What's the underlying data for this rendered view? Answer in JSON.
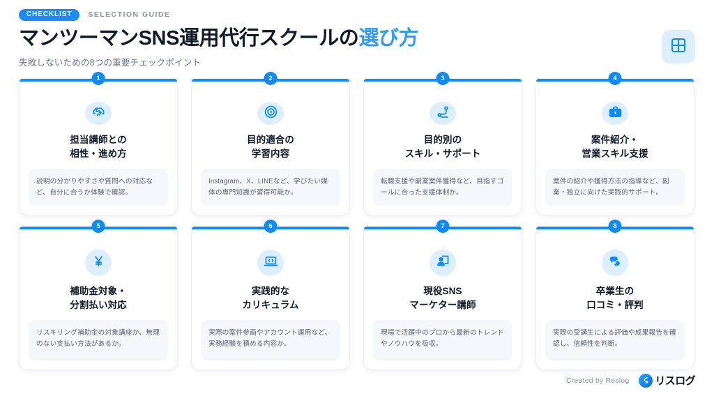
{
  "header": {
    "badge_label": "CHECKLIST",
    "eyebrow": "SELECTION GUIDE",
    "title_main": "マンツーマンSNS運用代行スクールの",
    "title_accent": "選び方",
    "subtitle": "失敗しないための8つの重要チェックポイント",
    "grid_icon": "grid-icon"
  },
  "colors": {
    "accent": "#0c8bff",
    "accent_light": "#2d9bff",
    "badge_bg": "#1a8cff",
    "icon_bg": "#ddeeff",
    "desc_bg": "#f6f7fb",
    "title": "#111a28",
    "muted": "#6b7486"
  },
  "cards": [
    {
      "number": "1",
      "icon": "handshake-icon",
      "title_line1": "担当講師との",
      "title_line2": "相性・進め方",
      "description": "説明の分かりやすさや質問への対応など、自分に合うか体験で確認。"
    },
    {
      "number": "2",
      "icon": "target-icon",
      "title_line1": "目的適合の",
      "title_line2": "学習内容",
      "description": "Instagram、X、LINEなど、学びたい媒体の専門知識が習得可能か。"
    },
    {
      "number": "3",
      "icon": "route-icon",
      "title_line1": "目的別の",
      "title_line2": "スキル・サポート",
      "description": "転職支援や副業案件獲得など、目指すゴールに合った支援体制か。"
    },
    {
      "number": "4",
      "icon": "briefcase-icon",
      "title_line1": "案件紹介・",
      "title_line2": "営業スキル支援",
      "description": "案件の紹介や獲得方法の指導など、副業・独立に向けた実践的サポート。"
    },
    {
      "number": "5",
      "icon": "yen-icon",
      "title_line1": "補助金対象・",
      "title_line2": "分割払い対応",
      "description": "リスキリング補助金の対象講座か、無理のない支払い方法があるか。"
    },
    {
      "number": "6",
      "icon": "laptop-code-icon",
      "title_line1": "実践的な",
      "title_line2": "カリキュラム",
      "description": "実際の案件参画やアカウント運用など、実務経験を積める内容か。"
    },
    {
      "number": "7",
      "icon": "presenter-icon",
      "title_line1": "現役SNS",
      "title_line2": "マーケター講師",
      "description": "現場で活躍中のプロから最新のトレンドやノウハウを吸収。"
    },
    {
      "number": "8",
      "icon": "chat-bubbles-icon",
      "title_line1": "卒業生の",
      "title_line2": "口コミ・評判",
      "description": "実際の受講生による評価や成果報告を確認し、信頼性を判断。"
    }
  ],
  "footer": {
    "credit": "Created by Reslog",
    "logo_text": "リスログ",
    "logo_mark": "reslog-logo-icon"
  }
}
